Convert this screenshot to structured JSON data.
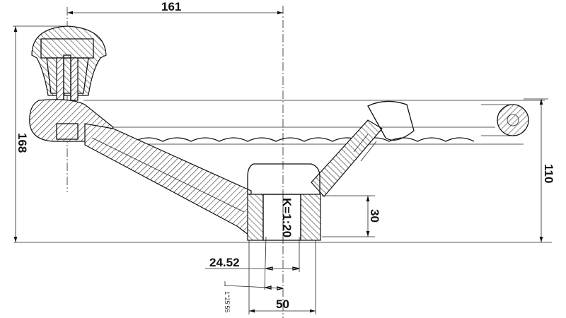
{
  "drawing": {
    "dimensions": {
      "top_width": "161",
      "total_height": "168",
      "rim_height": "110",
      "bore_depth": "30",
      "bore_diameter": "24.52",
      "hub_diameter": "50",
      "taper_label": "K=1:20",
      "taper_angle": "1°25'55"
    },
    "colors": {
      "line": "#111111",
      "background": "#ffffff"
    }
  }
}
